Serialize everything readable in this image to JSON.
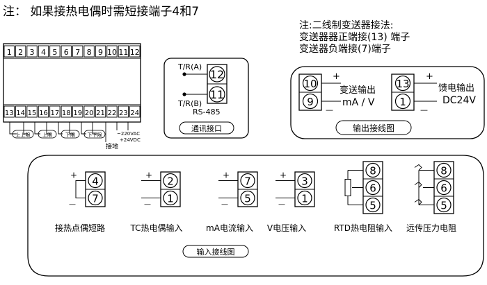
{
  "header_note": "注：  如果接热电偶时需短接端子4和7",
  "side_note": {
    "line1": "注:二线制变送器接法:",
    "line2": "变送器器正端接(13) 端子",
    "line3": "变送器负端接(7)端子"
  },
  "top_terminals": [
    "1",
    "2",
    "3",
    "4",
    "5",
    "6",
    "7",
    "8",
    "9",
    "10",
    "11",
    "12"
  ],
  "bottom_terminals": [
    "13",
    "14",
    "15",
    "16",
    "17",
    "18",
    "19",
    "20",
    "21",
    "22",
    "23",
    "24"
  ],
  "relay_labels": [
    "上上限",
    "上限",
    "下限",
    "下下限"
  ],
  "ground_label": "接地",
  "power_label": {
    "ac": "~220VAC",
    "dc": "+24VDC"
  },
  "comm": {
    "ta_label": "T/R(A)",
    "tb_label": "T/R(B)",
    "term_top": "12",
    "term_bottom": "11",
    "bus": "RS-485",
    "caption": "通讯接口"
  },
  "output": {
    "caption": "输出接线图",
    "transmit": {
      "t1": "10",
      "t2": "9",
      "title": "变送输出",
      "value": "mA / V",
      "plus": "+",
      "minus": "—"
    },
    "feed": {
      "t1": "13",
      "t2": "1",
      "title": "馈电输出",
      "value": "DC24V",
      "plus": "+",
      "minus": "—"
    }
  },
  "input": {
    "caption": "输入接线图",
    "blocks": [
      {
        "label": "接热点偶短路",
        "terms": [
          "4",
          "7"
        ],
        "plus": "+",
        "minus": "—"
      },
      {
        "label": "TC热电偶输入",
        "terms": [
          "2",
          "1"
        ],
        "plus": "+",
        "minus": "—"
      },
      {
        "label": "mA电流输入",
        "terms": [
          "7",
          "5"
        ],
        "plus": "+",
        "minus": "—"
      },
      {
        "label": "V电压输入",
        "terms": [
          "3",
          "1"
        ],
        "plus": "+",
        "minus": "—"
      },
      {
        "label": "RTD热电阻输入",
        "terms": [
          "8",
          "6",
          "5"
        ]
      },
      {
        "label": "远传压力电阻",
        "terms": [
          "8",
          "6",
          "5"
        ]
      }
    ]
  }
}
